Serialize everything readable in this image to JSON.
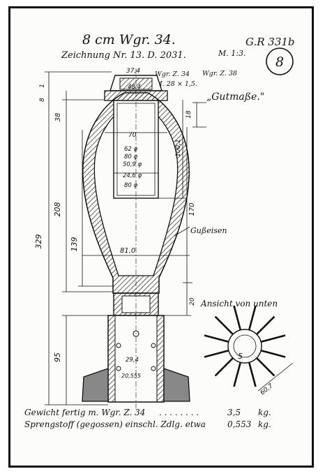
{
  "header": {
    "title": "8 cm Wgr. 34.",
    "drawing": "Zeichnung Nr. 13. D. 2031.",
    "ref": "G.R 331b",
    "scale": "M. 1:3.",
    "sheet": "8"
  },
  "labels": {
    "fuze1": "Wgr. Z. 34",
    "fuze2": "Wgr. Z. 38",
    "thread": "M. 28 × 1,5.",
    "gutmasse": "„Gutmaße.\"",
    "gusseisen": "Gußeisen",
    "ansicht": "Ansicht von unten"
  },
  "dims": {
    "d_top": "37,4",
    "d_fuze": "48,4",
    "d_70": "70",
    "d_62": "62 φ",
    "d_80a": "80 φ",
    "d_509": "50,9 φ",
    "d_246": "24,6 φ",
    "d_80b": "80 φ",
    "d_81": "81,0",
    "d_294": "29,4",
    "d_2055": "20,555",
    "d_607": "60,7",
    "v_329": "329",
    "v_208": "208",
    "v_139": "139",
    "v_95": "95",
    "v_38": "38",
    "v_8": "8",
    "v_1": "1",
    "v_18": "18",
    "v_1001": "100,1",
    "v_170": "170",
    "v_20": "20",
    "v_5": "5"
  },
  "footer": {
    "weight_label": "Gewicht fertig m. Wgr. Z. 34",
    "weight_leaders": ". . . . . . . .",
    "weight_value": "3,5",
    "weight_unit": "kg.",
    "charge_label": "Sprengstoff (gegossen) einschl. Zdlg. etwa",
    "charge_value": "0,553",
    "charge_unit": "kg."
  }
}
